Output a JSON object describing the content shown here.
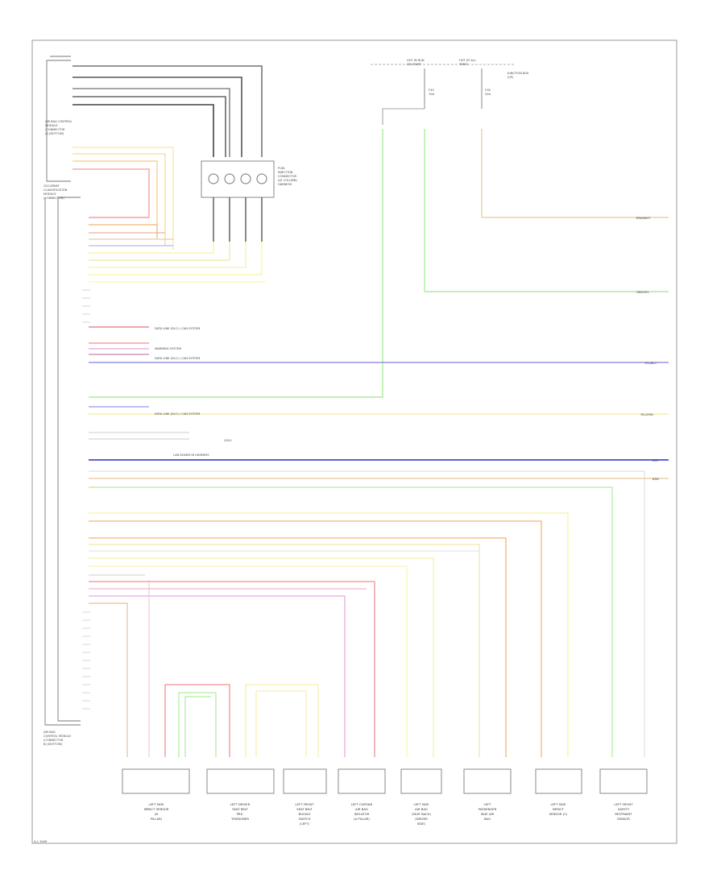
{
  "diagram": {
    "module_top_labels": [
      "AIR BAG CONTROL",
      "MODULE",
      "(CONNECTOR",
      "A) (BOTTOM)"
    ],
    "module_mid_labels": [
      "OCCUPANT",
      "CLASSIFICATION",
      "MODULE",
      "(CONNECTOR)"
    ],
    "module_bottom_labels": [
      "AIR BAG",
      "CONTROL MODULE",
      "(CONNECTOR",
      "B) (BOTTOM)"
    ],
    "clock_spring_labels": [
      "FUEL",
      "INJECTION",
      "CONNECTOR",
      "(AT COLUMN)",
      "HARNESS"
    ],
    "fuse_left_labels": [
      "HOT IN RUN",
      "OR START"
    ],
    "fuse_right_labels": [
      "HOT AT ALL",
      "TIMES"
    ],
    "junction_label": [
      "JUNCTION BOX",
      "(I/P)"
    ],
    "fuse_left_name": [
      "F33",
      "10A"
    ],
    "fuse_right_name": [
      "F16",
      "20A"
    ],
    "ground_label": "G201",
    "shield_label": "LAN BOARD IN HARNESS",
    "footer_code": "A-1 2049",
    "right_tags": [
      "BRN/WHT",
      "GRN/YEL",
      "YEL/BLU",
      "YEL/GRN",
      "BLU",
      "BRN"
    ],
    "network_labels": [
      "DATA LINK (DLC) / CAN SYSTEM",
      "DATA LINK (DLC) / CAN SYSTEM",
      "DATA LINK (DLC) / CAN SYSTEM",
      "WARNING SYSTEM"
    ],
    "components": [
      [
        "LEFT SIDE",
        "IMPACT SENSOR",
        "(B",
        "PILLAR)"
      ],
      [
        "LEFT DRIVER",
        "SEAT BELT",
        "PRE-",
        "TENSIONER"
      ],
      [
        "LEFT FRONT",
        "SEAT BELT",
        "BUCKLE",
        "SWITCH",
        "(LEFT)"
      ],
      [
        "LEFT CURTAIN",
        "AIR BAG",
        "INFLATOR",
        "(A PILLAR)"
      ],
      [
        "LEFT SIDE",
        "AIR BAG",
        "(SEAT BACK)",
        "(DRIVER",
        "SIDE)"
      ],
      [
        "LEFT",
        "PASSENGER",
        "SIDE AIR",
        "BAG"
      ],
      [
        "LEFT SIDE",
        "IMPACT",
        "SENSOR (C)"
      ],
      [
        "LEFT FRONT",
        "SAFETY",
        "RESTRAINT",
        "SENSOR"
      ]
    ]
  }
}
